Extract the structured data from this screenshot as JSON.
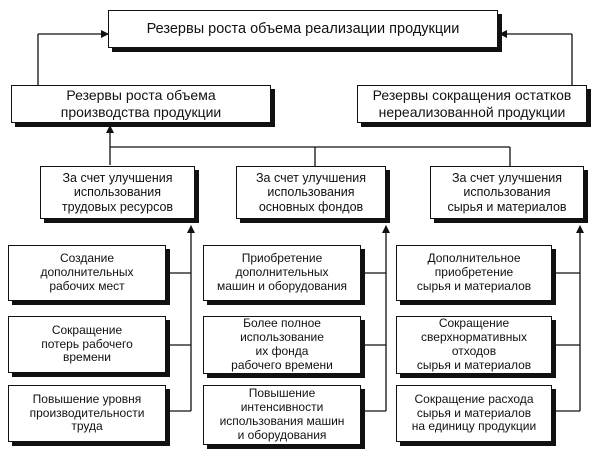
{
  "root": {
    "text": "Резервы роста объема реализации продукции"
  },
  "level2": [
    {
      "text": "Резервы роста объема\nпроизводства продукции"
    },
    {
      "text": "Резервы сокращения остатков\nнереализованной продукции"
    }
  ],
  "groups": [
    {
      "head": "За счет улучшения\nиспользования\nтрудовых ресурсов",
      "items": [
        "Создание\nдополнительных\nрабочих мест",
        "Сокращение\nпотерь рабочего\nвремени",
        "Повышение уровня\nпроизводительности\nтруда"
      ]
    },
    {
      "head": "За счет улучшения\nиспользования\nосновных фондов",
      "items": [
        "Приобретение\nдополнительных\nмашин и оборудования",
        "Более полное\nиспользование\nих фонда\nрабочего времени",
        "Повышение\nинтенсивности\nиспользования машин\nи оборудования"
      ]
    },
    {
      "head": "За счет улучшения\nиспользования\nсырья и материалов",
      "items": [
        "Дополнительное\nприобретение\nсырья и материалов",
        "Сокращение\nсверхнормативных\nотходов\nсырья и материалов",
        "Сокращение расхода\nсырья и материалов\nна единицу продукции"
      ]
    }
  ]
}
